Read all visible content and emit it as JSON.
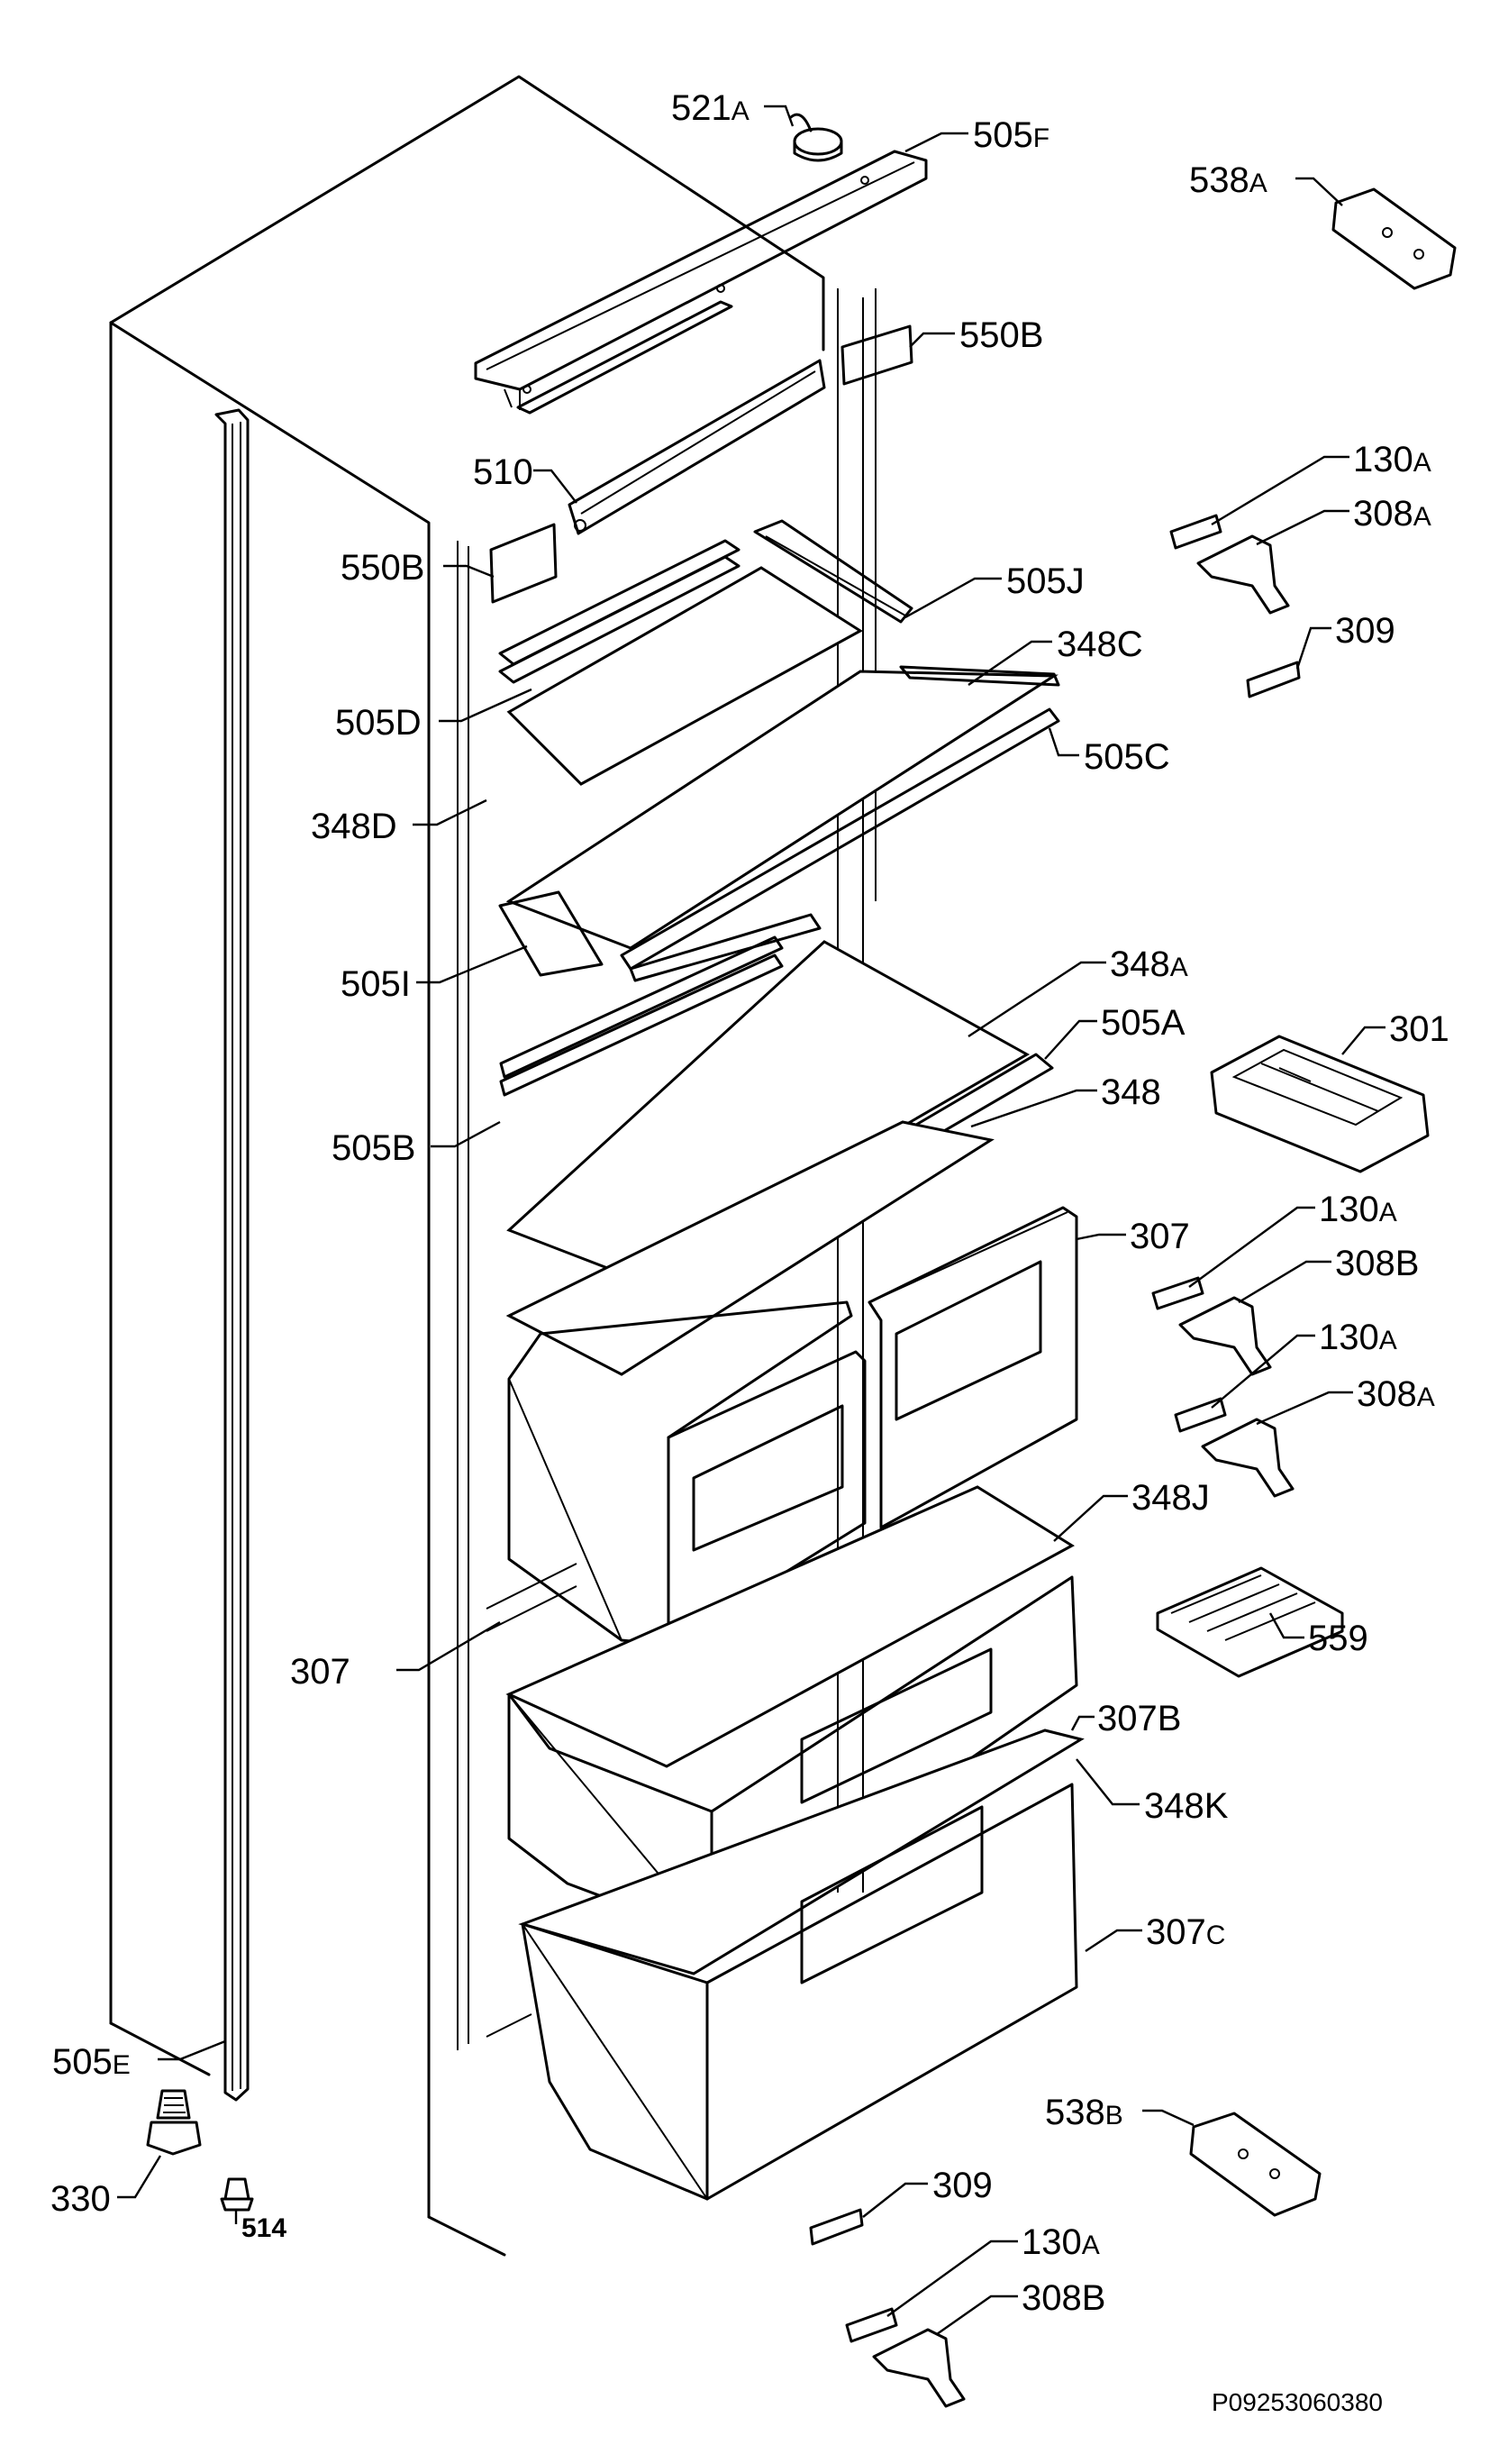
{
  "diagram": {
    "reference": "P09253060380",
    "labels": [
      {
        "id": "521A",
        "num": "521",
        "suf": "A"
      },
      {
        "id": "505F",
        "num": "505",
        "suf": "F"
      },
      {
        "id": "538A",
        "num": "538",
        "suf": "A"
      },
      {
        "id": "550B-top",
        "num": "550B",
        "suf": ""
      },
      {
        "id": "510",
        "num": "510",
        "suf": ""
      },
      {
        "id": "130A-1",
        "num": "130",
        "suf": "A"
      },
      {
        "id": "308A-1",
        "num": "308",
        "suf": "A"
      },
      {
        "id": "550B-left",
        "num": "550B",
        "suf": ""
      },
      {
        "id": "505J",
        "num": "505J",
        "suf": ""
      },
      {
        "id": "309-1",
        "num": "309",
        "suf": ""
      },
      {
        "id": "348C",
        "num": "348C",
        "suf": ""
      },
      {
        "id": "505D",
        "num": "505D",
        "suf": ""
      },
      {
        "id": "505C",
        "num": "505C",
        "suf": ""
      },
      {
        "id": "348D",
        "num": "348D",
        "suf": ""
      },
      {
        "id": "505I",
        "num": "505I",
        "suf": ""
      },
      {
        "id": "348A",
        "num": "348",
        "suf": "A"
      },
      {
        "id": "301",
        "num": "301",
        "suf": ""
      },
      {
        "id": "505A",
        "num": "505A",
        "suf": ""
      },
      {
        "id": "348",
        "num": "348",
        "suf": ""
      },
      {
        "id": "505B",
        "num": "505B",
        "suf": ""
      },
      {
        "id": "307-1",
        "num": "307",
        "suf": ""
      },
      {
        "id": "130A-2",
        "num": "130",
        "suf": "A"
      },
      {
        "id": "308B-1",
        "num": "308B",
        "suf": ""
      },
      {
        "id": "130A-3",
        "num": "130",
        "suf": "A"
      },
      {
        "id": "308A-2",
        "num": "308",
        "suf": "A"
      },
      {
        "id": "348J",
        "num": "348J",
        "suf": ""
      },
      {
        "id": "559",
        "num": "559",
        "suf": ""
      },
      {
        "id": "307-2",
        "num": "307",
        "suf": ""
      },
      {
        "id": "307B",
        "num": "307B",
        "suf": ""
      },
      {
        "id": "348K",
        "num": "348K",
        "suf": ""
      },
      {
        "id": "307C",
        "num": "307",
        "suf": "C"
      },
      {
        "id": "538B",
        "num": "538",
        "suf": "B"
      },
      {
        "id": "505E",
        "num": "505",
        "suf": "E"
      },
      {
        "id": "330",
        "num": "330",
        "suf": ""
      },
      {
        "id": "514",
        "num": "514",
        "suf": ""
      },
      {
        "id": "309-2",
        "num": "309",
        "suf": ""
      },
      {
        "id": "130A-4",
        "num": "130",
        "suf": "A"
      },
      {
        "id": "308B-2",
        "num": "308B",
        "suf": ""
      }
    ]
  }
}
